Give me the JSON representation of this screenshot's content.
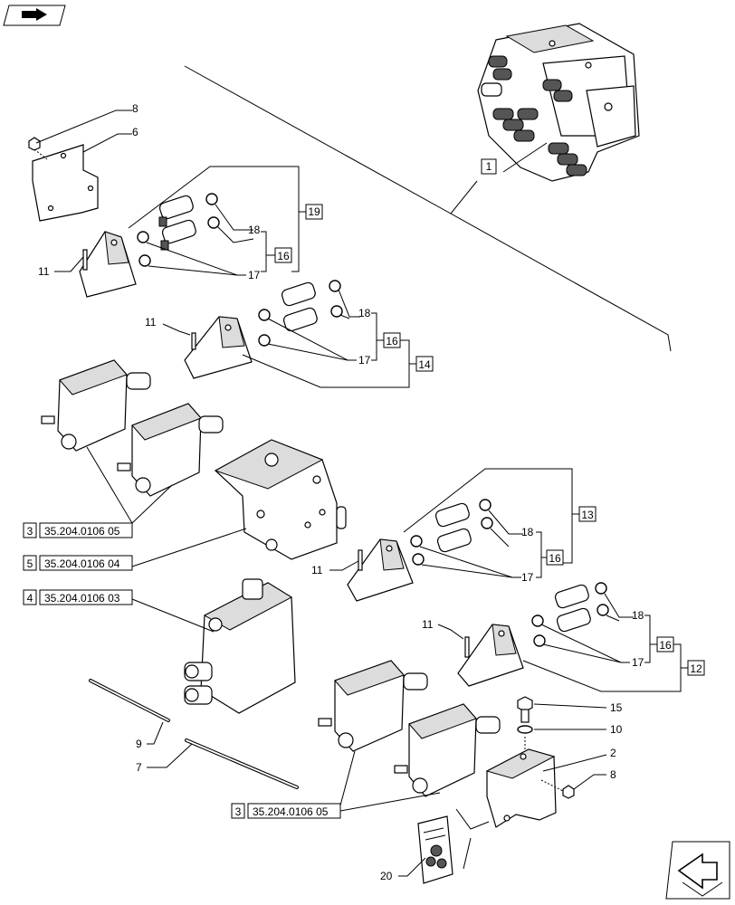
{
  "labels": {
    "p1": "1",
    "p2": "2",
    "p3a": "3",
    "p3b": "3",
    "p4": "4",
    "p5": "5",
    "p6": "6",
    "p7": "7",
    "p8a": "8",
    "p8b": "8",
    "p9": "9",
    "p10": "10",
    "p11a": "11",
    "p11b": "11",
    "p11c": "11",
    "p11d": "11",
    "p12": "12",
    "p13": "13",
    "p14": "14",
    "p15": "15",
    "p16a": "16",
    "p16b": "16",
    "p16c": "16",
    "p16d": "16",
    "p17a": "17",
    "p17b": "17",
    "p17c": "17",
    "p17d": "17",
    "p18a": "18",
    "p18b": "18",
    "p18c": "18",
    "p18d": "18",
    "p19": "19",
    "p20": "20"
  },
  "refs": {
    "r3a": "35.204.0106 05",
    "r5": "35.204.0106 04",
    "r4": "35.204.0106 03",
    "r3b": "35.204.0106 05"
  }
}
